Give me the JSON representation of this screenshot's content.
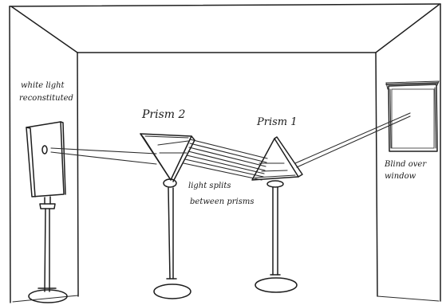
{
  "labels": {
    "white_light_line1": "white light",
    "white_light_line2": "reconstituted",
    "prism2": "Prism 2",
    "prism1": "Prism 1",
    "split_line1": "light splits",
    "split_line2": "between prisms",
    "blind_line1": "Blind over",
    "blind_line2": "window"
  }
}
